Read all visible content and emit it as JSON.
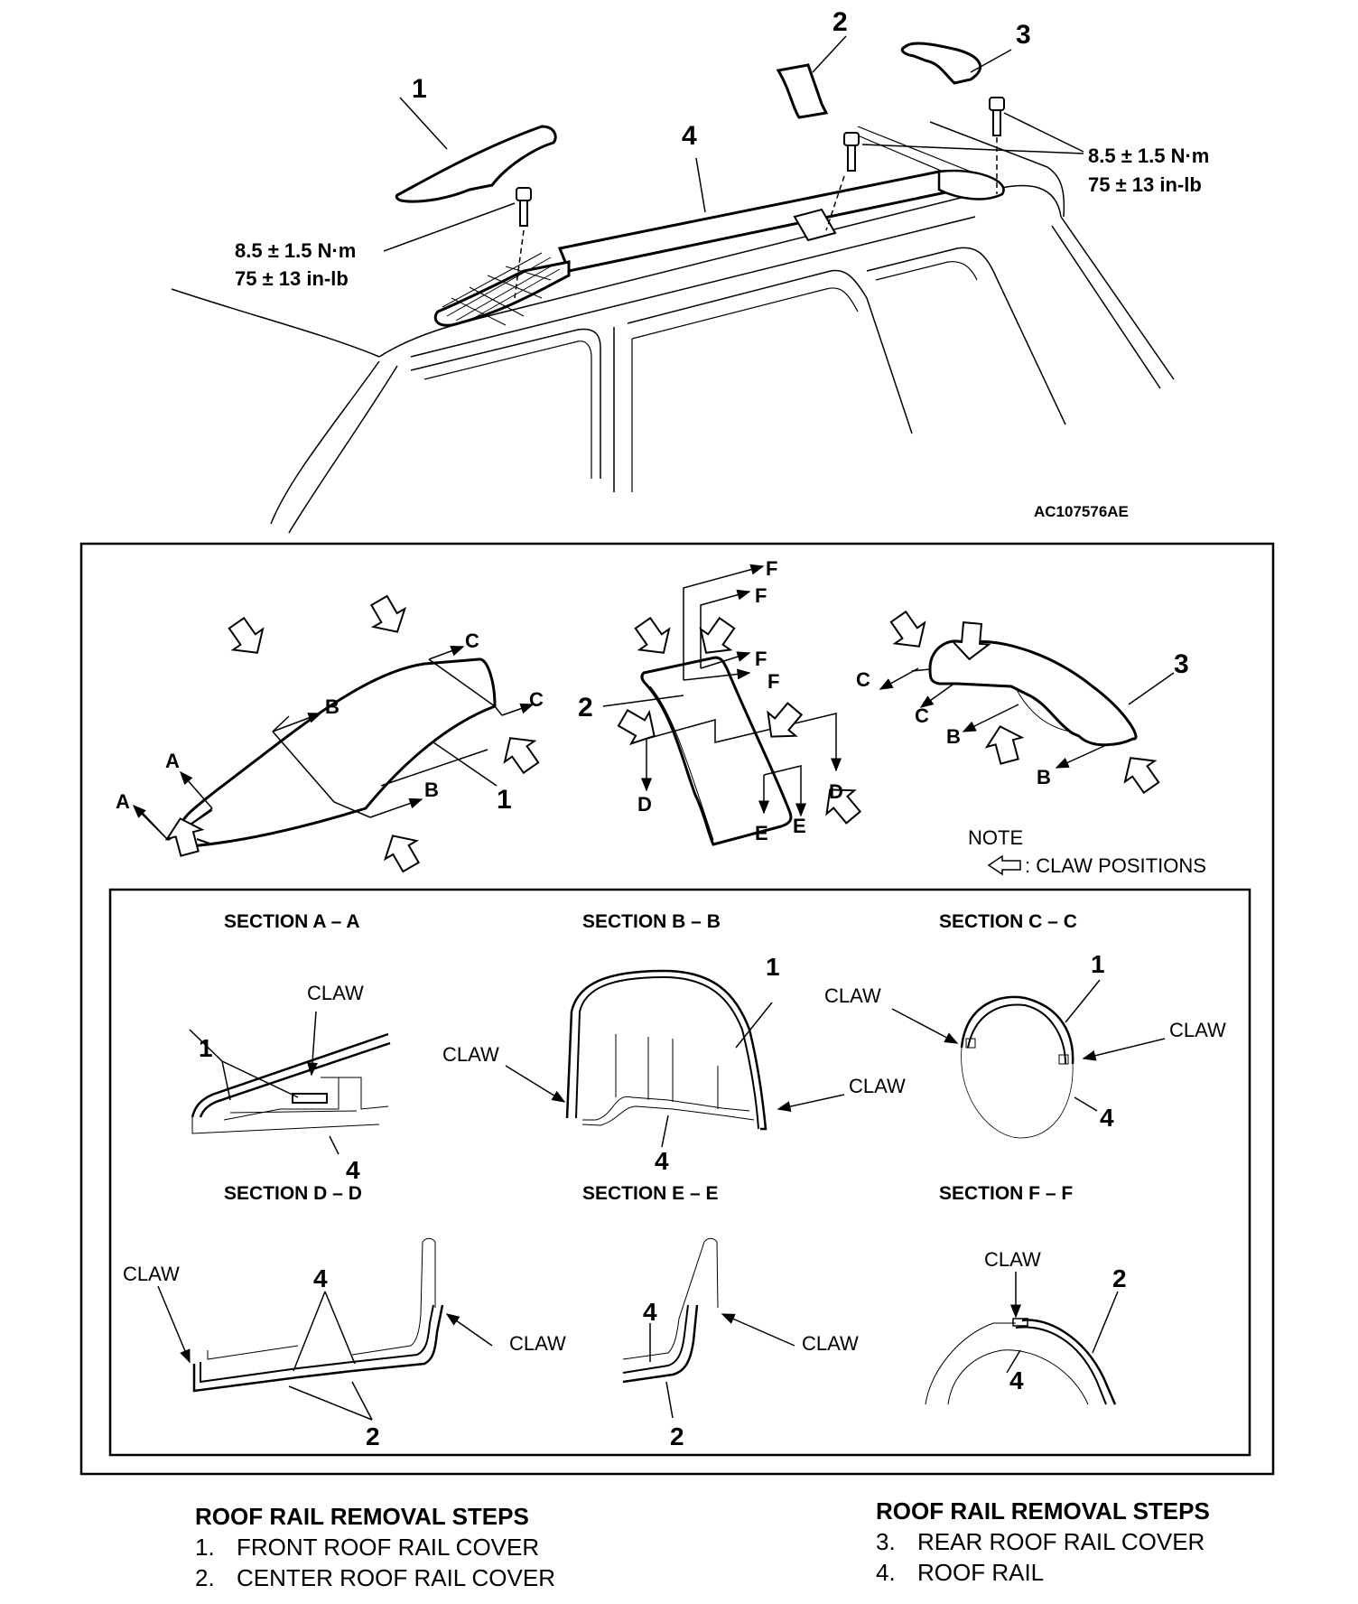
{
  "figure_id": "AC107576AE",
  "overview": {
    "callouts": [
      "1",
      "2",
      "3",
      "4"
    ],
    "torque_front": {
      "nm": "8.5 ± 1.5 N·m",
      "inlb": "75 ± 13 in-lb"
    },
    "torque_rear": {
      "nm": "8.5 ± 1.5 N·m",
      "inlb": "75 ± 13 in-lb"
    }
  },
  "detail": {
    "part1": {
      "callout": "1",
      "section_marks": [
        "A",
        "A",
        "B",
        "B",
        "C",
        "C"
      ]
    },
    "part2": {
      "callout": "2",
      "section_marks": [
        "F",
        "F",
        "F",
        "F",
        "D",
        "D",
        "E",
        "E"
      ]
    },
    "part3": {
      "callout": "3",
      "section_marks": [
        "C",
        "C",
        "B",
        "B"
      ]
    },
    "note": {
      "title": "NOTE",
      "text": ": CLAW POSITIONS"
    }
  },
  "sections": {
    "aa": {
      "title": "SECTION A – A",
      "claw": "CLAW",
      "labels": [
        "1",
        "4"
      ]
    },
    "bb": {
      "title": "SECTION B – B",
      "claw_left": "CLAW",
      "claw_right": "CLAW",
      "labels": [
        "1",
        "4"
      ]
    },
    "cc": {
      "title": "SECTION C – C",
      "claw_left": "CLAW",
      "claw_right": "CLAW",
      "labels": [
        "1",
        "4"
      ]
    },
    "dd": {
      "title": "SECTION D – D",
      "claw_left": "CLAW",
      "claw_right": "CLAW",
      "labels": [
        "4",
        "2"
      ]
    },
    "ee": {
      "title": "SECTION E – E",
      "claw": "CLAW",
      "labels": [
        "4",
        "2"
      ]
    },
    "ff": {
      "title": "SECTION F – F",
      "claw": "CLAW",
      "labels": [
        "2",
        "4"
      ]
    }
  },
  "steps_left": {
    "heading": "ROOF RAIL REMOVAL STEPS",
    "items": [
      {
        "num": "1.",
        "label": "FRONT ROOF RAIL COVER"
      },
      {
        "num": "2.",
        "label": "CENTER ROOF RAIL COVER"
      }
    ]
  },
  "steps_right": {
    "heading": "ROOF RAIL REMOVAL STEPS",
    "items": [
      {
        "num": "3.",
        "label": "REAR ROOF RAIL COVER"
      },
      {
        "num": "4.",
        "label": "ROOF RAIL"
      }
    ]
  }
}
